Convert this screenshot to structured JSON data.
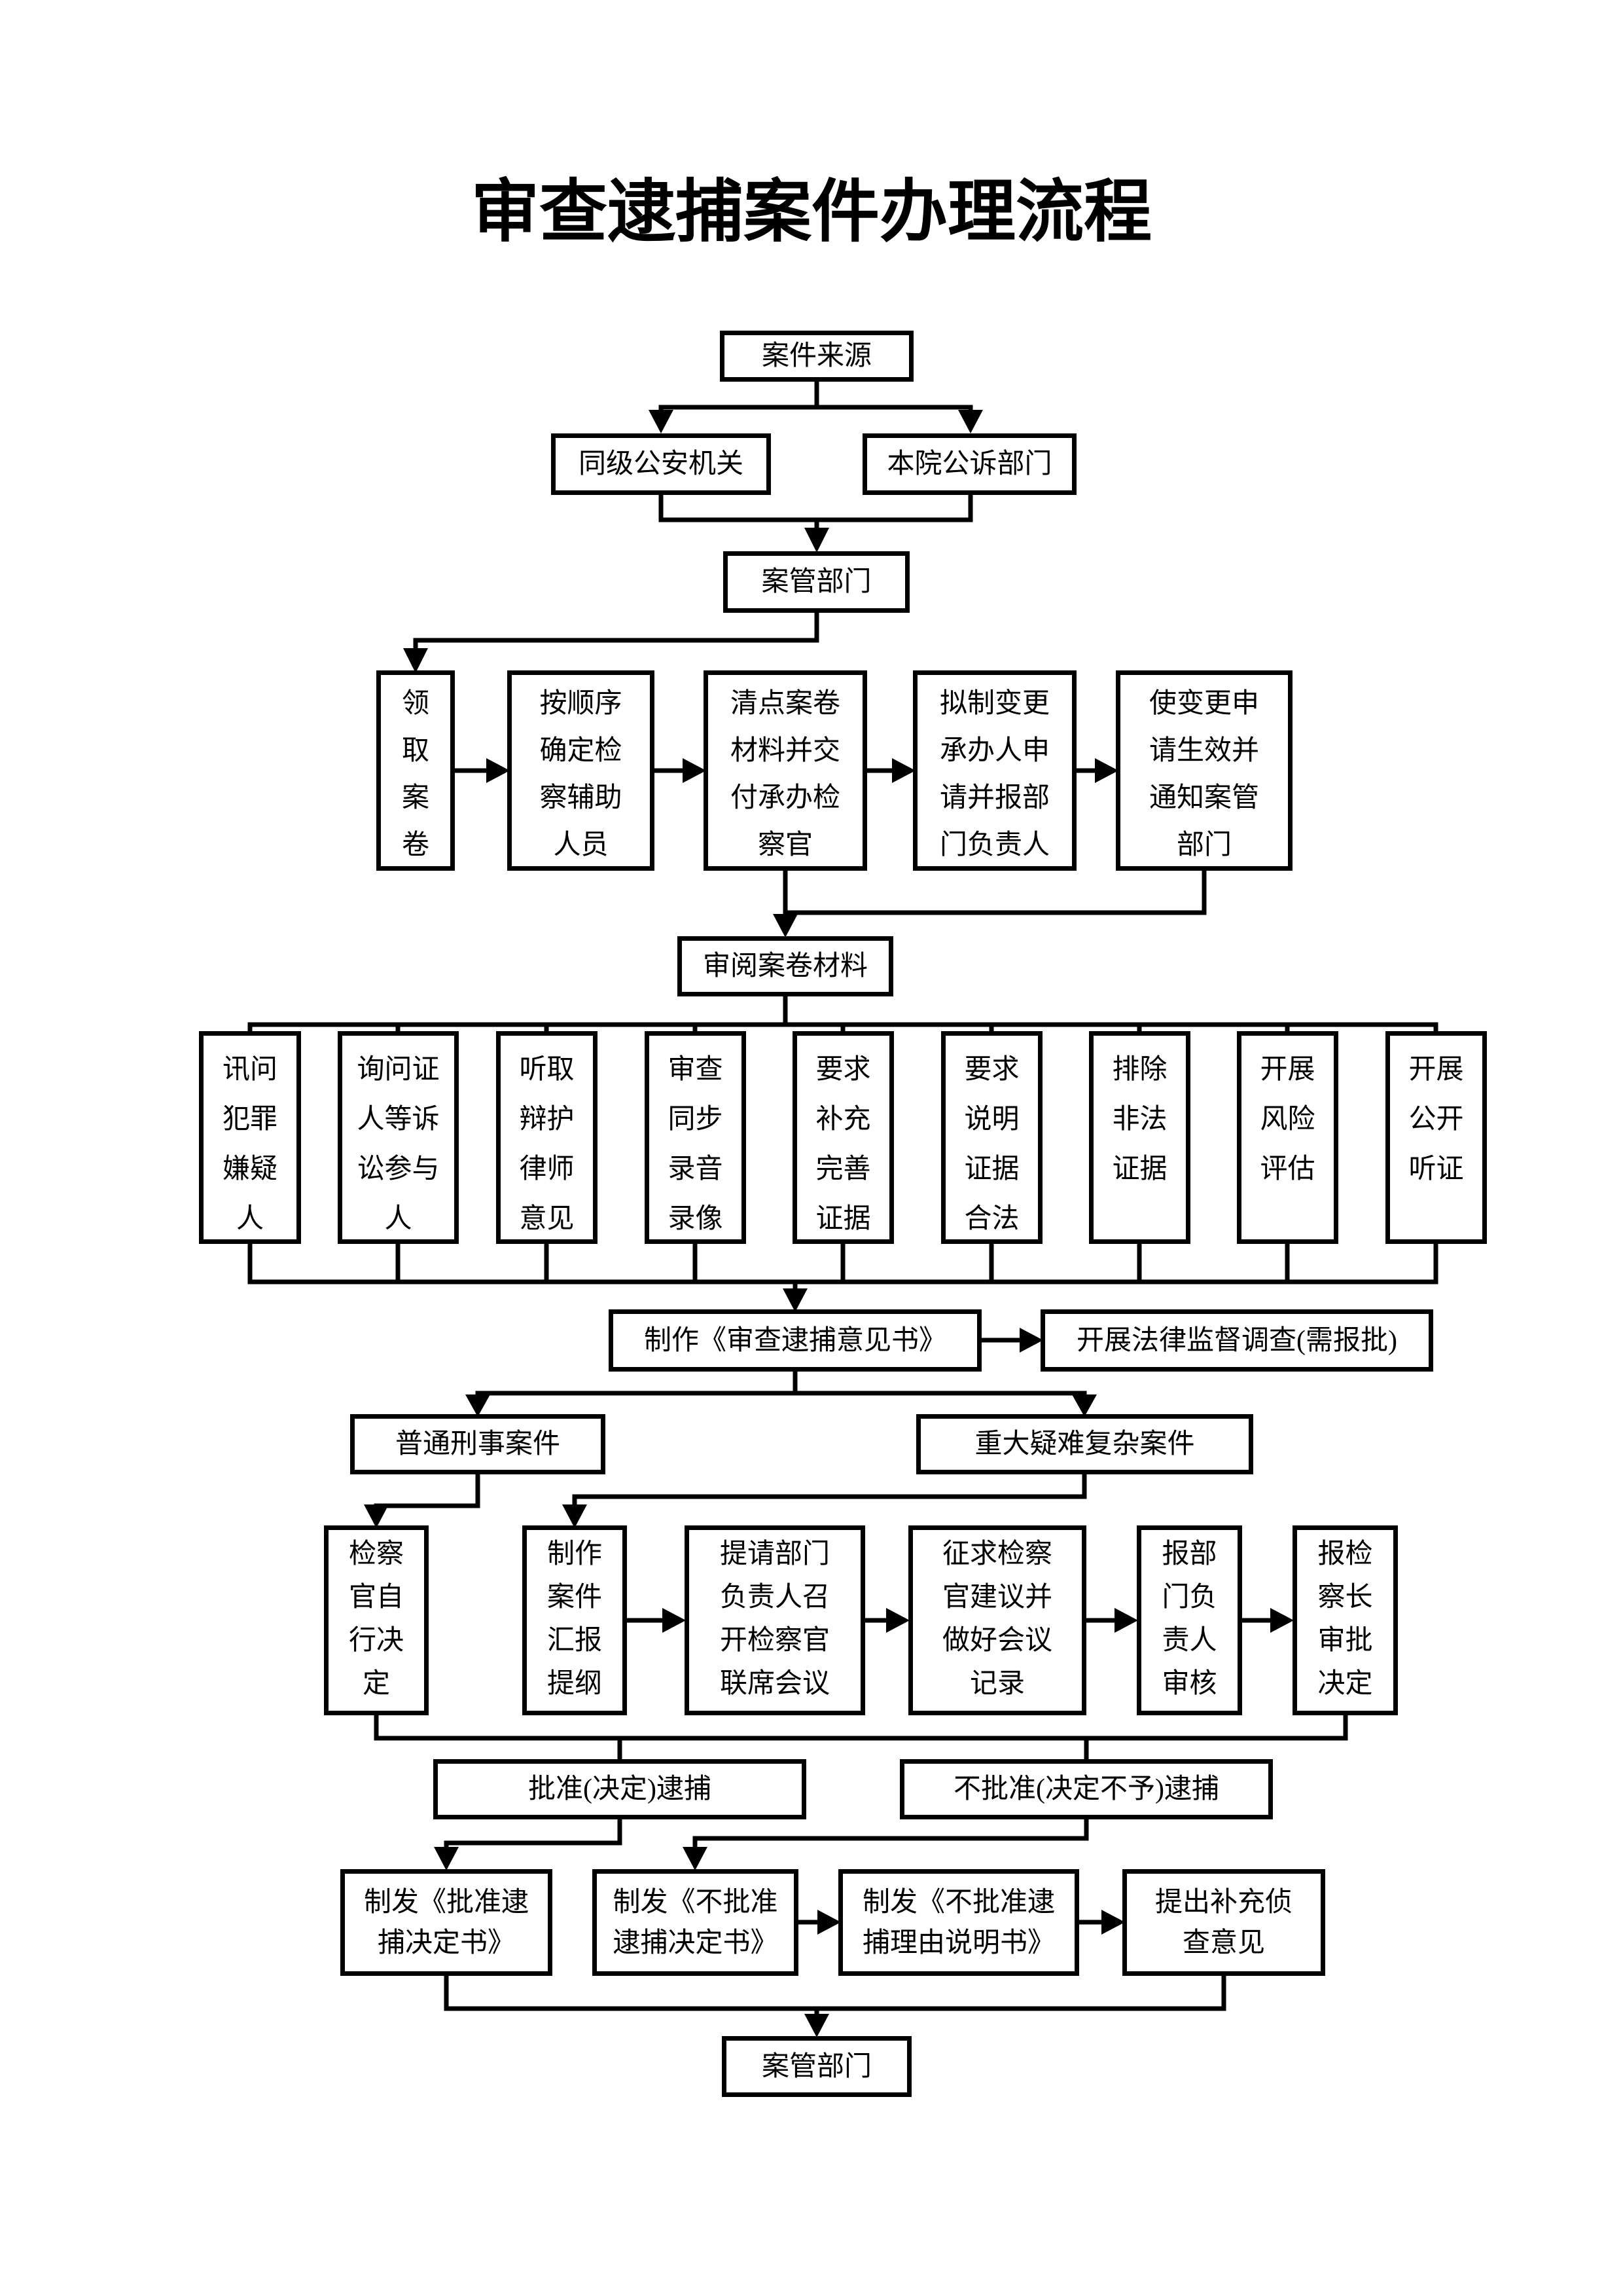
{
  "title": "审查逮捕案件办理流程",
  "colors": {
    "line": "#000000",
    "background": "#ffffff"
  },
  "nodes": {
    "case_source": "案件来源",
    "same_level_police": "同级公安机关",
    "court_prosecution": "本院公诉部门",
    "case_mgmt_top": "案管部门",
    "receive_files": "领\n取\n案\n卷",
    "assign_assistants": "按顺序\n确定检\n察辅助\n人员",
    "inventory_files": "清点案卷\n材料并交\n付承办检\n察官",
    "draft_change_request": "拟制变更\n承办人申\n请并报部\n门负责人",
    "effect_change_notify": "使变更申\n请生效并\n通知案管\n部门",
    "review_case_files": "审阅案卷材料",
    "interrogate_suspect": "讯问\n犯罪\n嫌疑\n人",
    "interview_witnesses": "询问证\n人等诉\n讼参与\n人",
    "hear_defense_lawyer": "听取\n辩护\n律师\n意见",
    "review_recordings": "审查\n同步\n录音\n录像",
    "require_supplement_evidence": "要求\n补充\n完善\n证据",
    "require_evidence_legality": "要求\n说明\n证据\n合法",
    "exclude_illegal_evidence": "排除\n非法\n证据",
    "risk_assessment": "开展\n风险\n评估",
    "public_hearing": "开展\n公开\n听证",
    "draft_arrest_opinion": "制作《审查逮捕意见书》",
    "legal_supervision_investigation": "开展法律监督调查(需报批)",
    "ordinary_criminal_case": "普通刑事案件",
    "major_difficult_case": "重大疑难复杂案件",
    "prosecutor_self_decision": "检察\n官自\n行决\n定",
    "case_report_outline": "制作\n案件\n汇报\n提纲",
    "joint_prosecutor_meeting": "提请部门\n负责人召\n开检察官\n联席会议",
    "solicit_opinions_record": "征求检察\n官建议并\n做好会议\n记录",
    "dept_head_review": "报部\n门负\n责人\n审核",
    "chief_prosecutor_approval": "报检\n察长\n审批\n决定",
    "approve_arrest": "批准(决定)逮捕",
    "disapprove_arrest": "不批准(决定不予)逮捕",
    "approval_decision_doc": "制发《批准逮\n捕决定书》",
    "disapproval_decision_doc": "制发《不批准\n逮捕决定书》",
    "disapproval_reason_doc": "制发《不批准逮\n捕理由说明书》",
    "supplementary_investigation": "提出补充侦\n查意见",
    "case_mgmt_bottom": "案管部门"
  }
}
